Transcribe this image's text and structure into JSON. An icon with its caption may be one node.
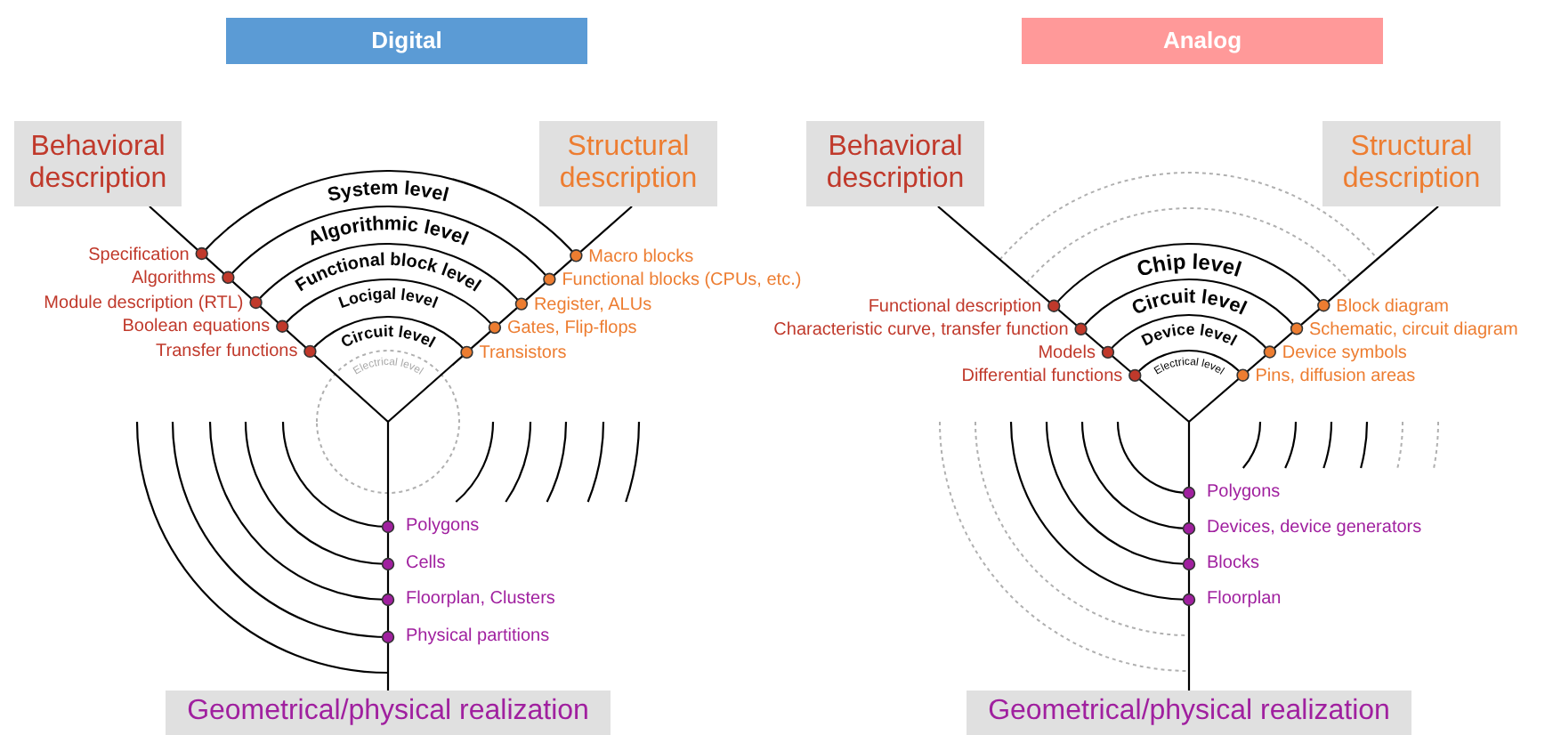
{
  "diagram": {
    "nodes": [
      {
        "text": [
          "Digital"
        ]
      },
      {
        "text": [
          "Analog"
        ]
      },
      {
        "text": [
          "Behavioral description"
        ]
      },
      {
        "text": [
          "Structural description"
        ]
      },
      {
        "text": [
          "Geometrical/physical realization"
        ]
      },
      {
        "text": [
          "Behavioral description"
        ]
      },
      {
        "text": [
          "Structural description"
        ]
      },
      {
        "text": [
          "Geometrical/physical realization"
        ]
      }
    ],
    "labels": [
      "System level",
      "Algorithmic level",
      "Functional block level",
      "Locigal level",
      "Circuit level",
      "Electrical level",
      "Specification",
      "Algorithms",
      "Module description (RTL)",
      "Boolean equations",
      "Transfer functions",
      "Macro blocks",
      "Functional blocks (CPUs, etc.)",
      "Register, ALUs",
      "Gates, Flip-flops",
      "Transistors",
      "Polygons",
      "Cells",
      "Floorplan, Clusters",
      "Physical partitions",
      "Chip level",
      "Circuit level",
      "Device level",
      "Electrical level",
      "Functional description",
      "Characteristic curve, transfer function",
      "Models",
      "Differential functions",
      "Block diagram",
      "Schematic, circuit diagram",
      "Device symbols",
      "Pins, diffusion areas",
      "Polygons",
      "Devices, device generators",
      "Blocks",
      "Floorplan"
    ]
  }
}
